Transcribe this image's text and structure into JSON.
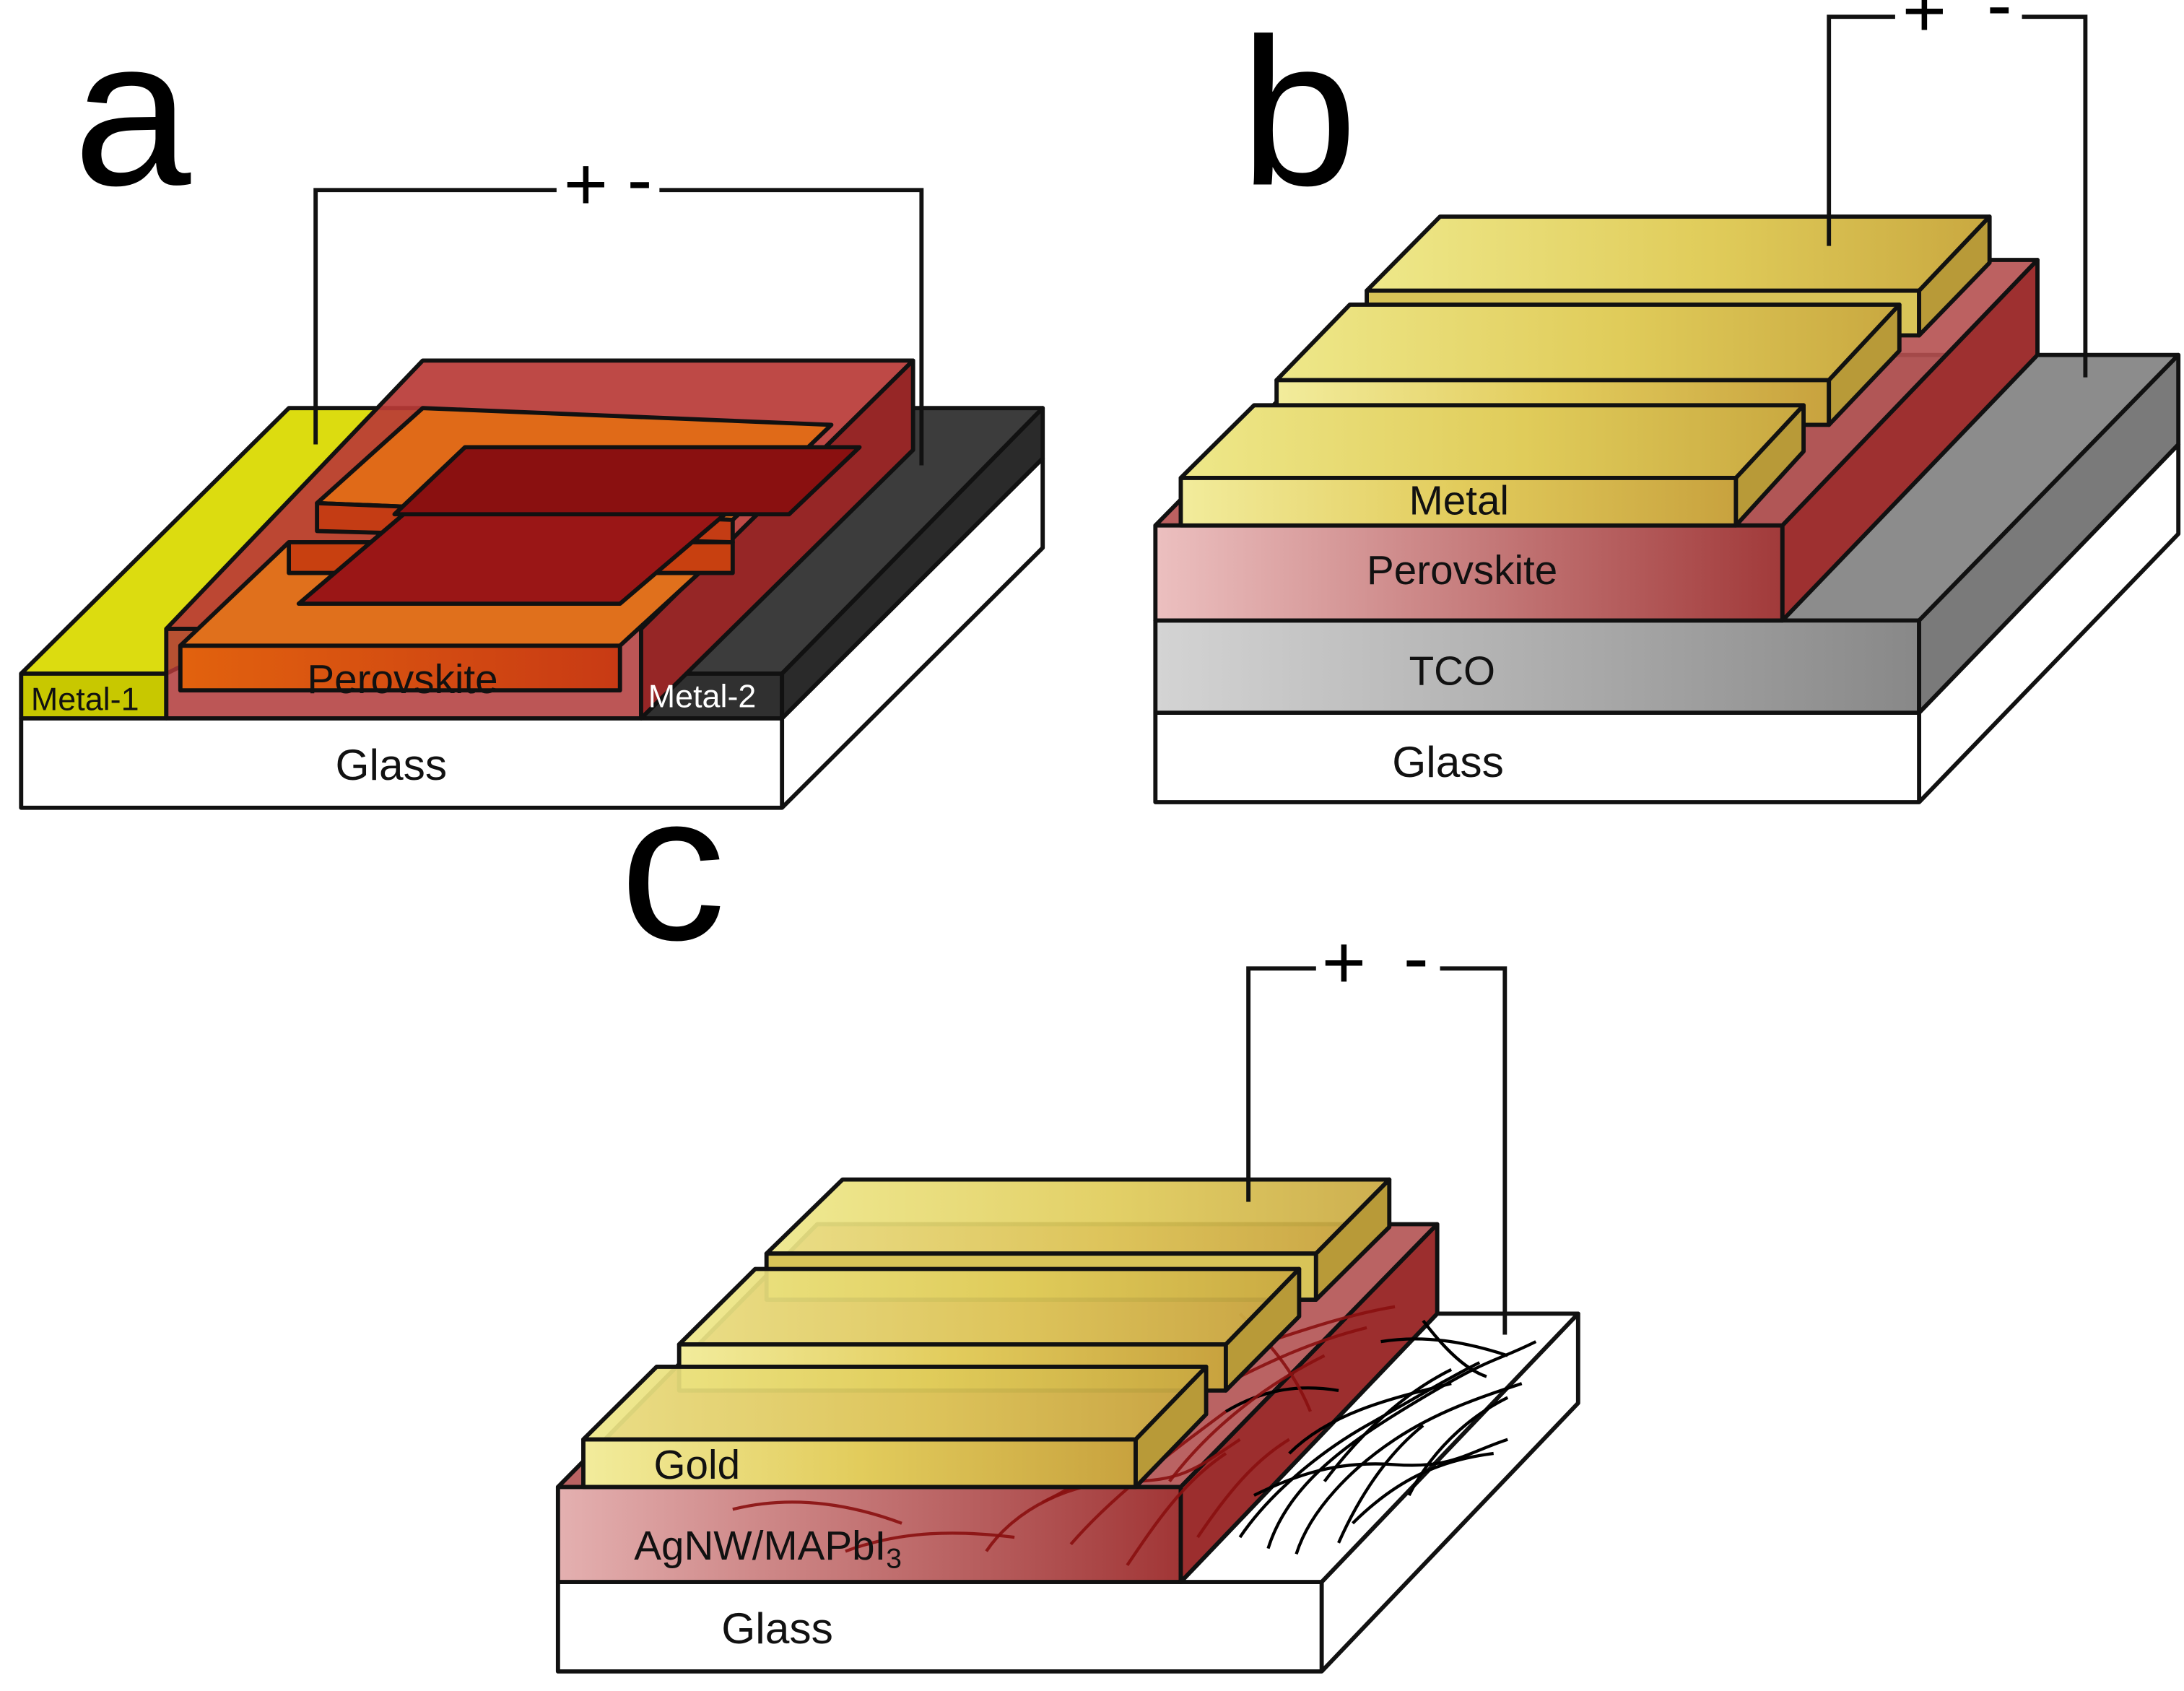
{
  "panels": {
    "a": {
      "letter": "a",
      "labels": {
        "metal1": "Metal-1",
        "perovskite": "Perovskite",
        "metal2": "Metal-2",
        "glass": "Glass"
      },
      "terminals": {
        "plus": "+",
        "minus": "-"
      }
    },
    "b": {
      "letter": "b",
      "labels": {
        "metal": "Metal",
        "perovskite": "Perovskite",
        "tco": "TCO",
        "glass": "Glass"
      },
      "terminals": {
        "plus": "+",
        "minus": "-"
      }
    },
    "c": {
      "letter": "c",
      "labels": {
        "gold": "Gold",
        "composite": "AgNW/MAPbI",
        "composite_subscript": "3",
        "glass": "Glass"
      },
      "terminals": {
        "plus": "+",
        "minus": "-"
      }
    }
  },
  "colors": {
    "metal1_yellow": "#d8d800",
    "perovskite_orange": "#d74a10",
    "perovskite_red": "#a82828",
    "metal2_dark": "#404040",
    "gold": "#d8c030",
    "tco_gray": "#909090",
    "glass": "#ffffff",
    "nanowire_black": "#000000",
    "nanowire_red": "#8a1010"
  }
}
